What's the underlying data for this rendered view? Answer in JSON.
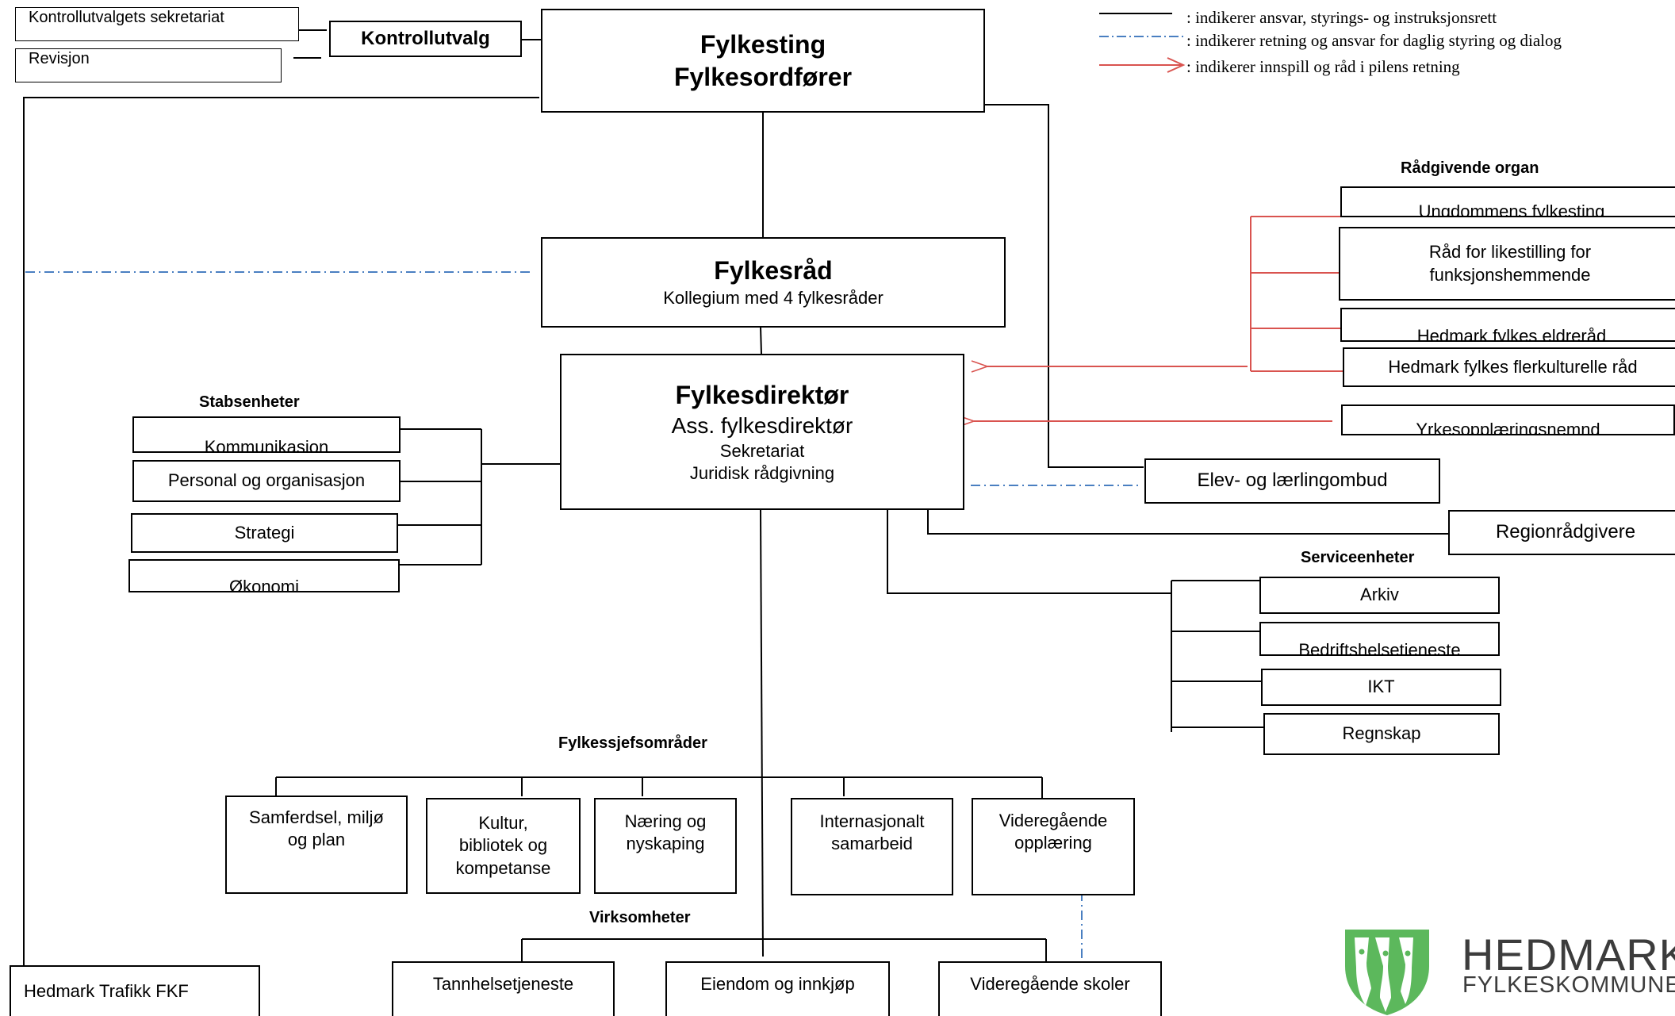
{
  "legend": {
    "solid": ": indikerer ansvar, styrings- og instruksjonsrett",
    "dashdot": ": indikerer retning og ansvar for daglig styring og dialog",
    "arrow": ": indikerer innspill og råd i pilens retning"
  },
  "top": {
    "kontroll_sekretariat": "Kontrollutvalgets sekretariat",
    "revisjon": "Revisjon",
    "kontrollutvalg": "Kontrollutvalg",
    "fylkesting_line1": "Fylkesting",
    "fylkesting_line2": "Fylkesordfører"
  },
  "fylkesrad": {
    "title": "Fylkesråd",
    "subtitle": "Kollegium med 4 fylkesråder"
  },
  "direktor": {
    "title": "Fylkesdirektør",
    "line2": "Ass. fylkesdirektør",
    "line3": "Sekretariat",
    "line4": "Juridisk rådgivning"
  },
  "stab": {
    "heading": "Stabsenheter",
    "items": [
      "Kommunikasjon",
      "Personal og organisasjon",
      "Strategi",
      "Økonomi"
    ]
  },
  "radgivende": {
    "heading": "Rådgivende organ",
    "items": [
      "Ungdommens fylkesting",
      "Råd for likestilling for",
      "funksjonshemmende",
      "Hedmark fylkes eldreråd",
      "Hedmark fylkes flerkulturelle råd"
    ],
    "yrkes": "Yrkesopplæringsnemnd"
  },
  "elevombud": "Elev- og lærlingombud",
  "regionradgivere": "Regionrådgivere",
  "service": {
    "heading": "Serviceenheter",
    "items": [
      "Arkiv",
      "Bedriftshelsetjeneste",
      "IKT",
      "Regnskap"
    ]
  },
  "fylkessjef": {
    "heading": "Fylkessjefsområder",
    "samferdsel": [
      "Samferdsel, miljø",
      "og plan"
    ],
    "kultur": [
      "Kultur,",
      "bibliotek og",
      "kompetanse"
    ],
    "naering": [
      "Næring og",
      "nyskaping"
    ],
    "internasjonalt": [
      "Internasjonalt",
      "samarbeid"
    ],
    "videregaende": [
      "Videregående",
      "opplæring"
    ]
  },
  "virksomheter": {
    "heading": "Virksomheter",
    "items": [
      "Tannhelsetjeneste",
      "Eiendom og innkjøp",
      "Videregående skoler"
    ]
  },
  "trafikk": "Hedmark Trafikk FKF",
  "logo": {
    "name": "HEDMARK",
    "sub": "FYLKESKOMMUNE",
    "color": "#5cb85c"
  },
  "colors": {
    "line": "#000000",
    "dashdot": "#4a7fc1",
    "advice": "#d9534f"
  }
}
